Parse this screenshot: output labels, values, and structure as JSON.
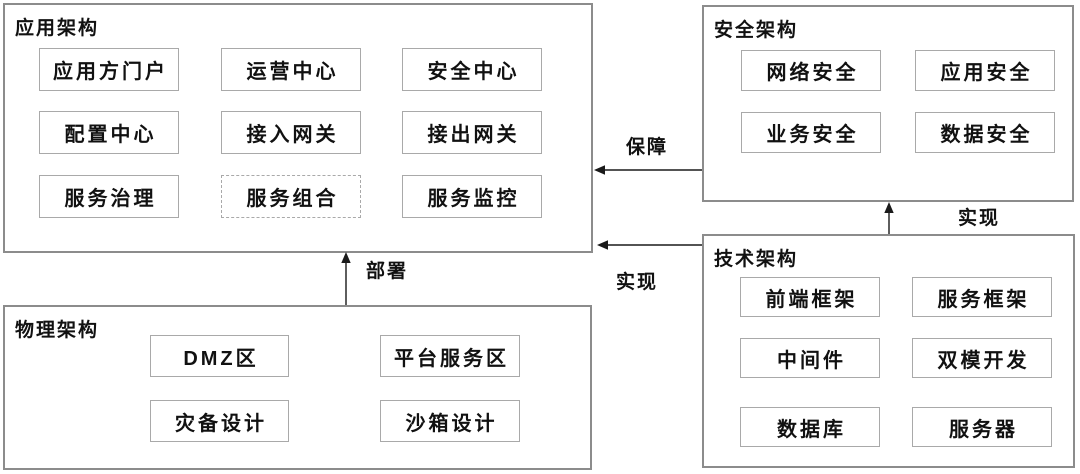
{
  "diagram": {
    "background": "#ffffff",
    "colors": {
      "container_border": "#8c8c8c",
      "node_border": "#a9a9a9",
      "text": "#111111",
      "arrow": "#1a1a1a"
    },
    "containers": [
      {
        "title": "应用架构",
        "boxes": [
          {
            "label": "应用方门户",
            "style": "solid"
          },
          {
            "label": "运营中心",
            "style": "solid"
          },
          {
            "label": "安全中心",
            "style": "solid"
          },
          {
            "label": "配置中心",
            "style": "solid"
          },
          {
            "label": "接入网关",
            "style": "solid"
          },
          {
            "label": "接出网关",
            "style": "solid"
          },
          {
            "label": "服务治理",
            "style": "solid"
          },
          {
            "label": "服务组合",
            "style": "dashed"
          },
          {
            "label": "服务监控",
            "style": "solid"
          }
        ]
      },
      {
        "title": "安全架构",
        "boxes": [
          {
            "label": "网络安全",
            "style": "solid"
          },
          {
            "label": "应用安全",
            "style": "solid"
          },
          {
            "label": "业务安全",
            "style": "solid"
          },
          {
            "label": "数据安全",
            "style": "solid"
          }
        ]
      },
      {
        "title": "技术架构",
        "boxes": [
          {
            "label": "前端框架",
            "style": "solid"
          },
          {
            "label": "服务框架",
            "style": "solid"
          },
          {
            "label": "中间件",
            "style": "solid"
          },
          {
            "label": "双模开发",
            "style": "solid"
          },
          {
            "label": "数据库",
            "style": "solid"
          },
          {
            "label": "服务器",
            "style": "solid"
          }
        ]
      },
      {
        "title": "物理架构",
        "boxes": [
          {
            "label": "DMZ区",
            "style": "solid"
          },
          {
            "label": "平台服务区",
            "style": "solid"
          },
          {
            "label": "灾备设计",
            "style": "solid"
          },
          {
            "label": "沙箱设计",
            "style": "solid"
          }
        ]
      }
    ],
    "edges": [
      {
        "label": "保障",
        "from": "安全架构",
        "to": "应用架构",
        "direction": "left"
      },
      {
        "label": "实现",
        "from": "技术架构",
        "to": "安全架构",
        "direction": "up"
      },
      {
        "label": "实现",
        "from": "技术架构",
        "to": "应用架构",
        "direction": "left"
      },
      {
        "label": "部署",
        "from": "物理架构",
        "to": "应用架构",
        "direction": "up"
      }
    ]
  }
}
